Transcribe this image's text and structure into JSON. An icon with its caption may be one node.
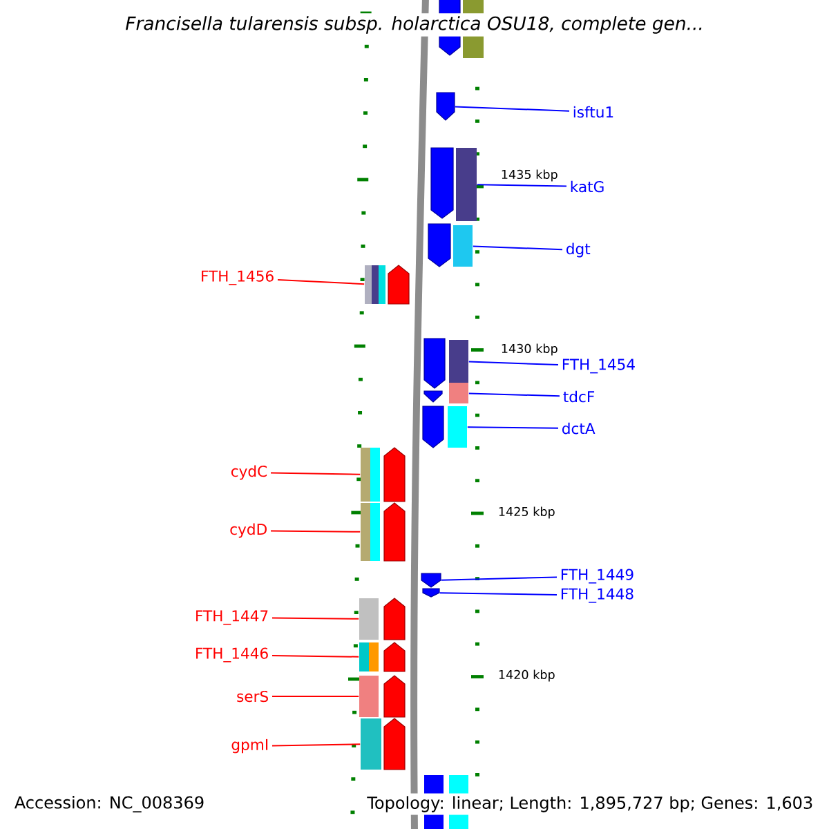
{
  "diagram": {
    "title": "Francisella tularensis subsp. holarctica OSU18, complete gen...",
    "nodes": [
      {
        "text": [
          "isftu1"
        ]
      },
      {
        "text": [],
        "shape": "arrow"
      },
      {
        "text": [
          "katG"
        ]
      },
      {
        "text": [],
        "shape": "bar"
      },
      {
        "text": [
          "dgt"
        ]
      },
      {
        "text": [],
        "shape": "bar"
      },
      {
        "text": [
          "FTH_1456"
        ]
      },
      {
        "text": [],
        "shape": "bar"
      },
      {
        "text": [
          "FTH_1454"
        ]
      },
      {
        "text": [],
        "shape": "bar"
      },
      {
        "text": [
          "tdcF"
        ]
      },
      {
        "text": [],
        "shape": "bar"
      },
      {
        "text": [
          "dctA"
        ]
      },
      {
        "text": [],
        "shape": "bar"
      },
      {
        "text": [
          "cydC"
        ]
      },
      {
        "text": [],
        "shape": "bar"
      },
      {
        "text": [
          "cydD"
        ]
      },
      {
        "text": [],
        "shape": "bar"
      },
      {
        "text": [
          "FTH_1449"
        ]
      },
      {
        "text": [],
        "shape": "arrow"
      },
      {
        "text": [
          "FTH_1448"
        ]
      },
      {
        "text": [],
        "shape": "arrow"
      },
      {
        "text": [
          "FTH_1447"
        ]
      },
      {
        "text": [],
        "shape": "bar"
      },
      {
        "text": [
          "FTH_1446"
        ]
      },
      {
        "text": [],
        "shape": "bar"
      },
      {
        "text": [
          "serS"
        ]
      },
      {
        "text": [],
        "shape": "bar"
      },
      {
        "text": [
          "gpmI"
        ]
      },
      {
        "text": [],
        "shape": "bar"
      }
    ],
    "edges": [
      {
        "from": 0,
        "to": 1,
        "arrow": "none"
      },
      {
        "from": 2,
        "to": 3,
        "arrow": "none"
      },
      {
        "from": 4,
        "to": 5,
        "arrow": "none"
      },
      {
        "from": 6,
        "to": 7,
        "arrow": "none",
        "color": "#ff0000"
      },
      {
        "from": 8,
        "to": 9,
        "arrow": "none"
      },
      {
        "from": 10,
        "to": 11,
        "arrow": "none"
      },
      {
        "from": 12,
        "to": 13,
        "arrow": "none"
      },
      {
        "from": 14,
        "to": 15,
        "arrow": "none",
        "color": "#ff0000"
      },
      {
        "from": 16,
        "to": 17,
        "arrow": "none",
        "color": "#ff0000"
      },
      {
        "from": 18,
        "to": 19,
        "arrow": "none"
      },
      {
        "from": 20,
        "to": 21,
        "arrow": "none"
      },
      {
        "from": 22,
        "to": 23,
        "arrow": "none",
        "color": "#ff0000"
      },
      {
        "from": 24,
        "to": 25,
        "arrow": "none",
        "color": "#ff0000"
      },
      {
        "from": 26,
        "to": 27,
        "arrow": "none",
        "color": "#ff0000"
      },
      {
        "from": 28,
        "to": 29,
        "arrow": "none",
        "color": "#ff0000"
      }
    ],
    "labels": [
      "1435 kbp",
      "1430 kbp",
      "1425 kbp",
      "1420 kbp",
      "Accession: NC_008369",
      "Topology: linear; Length: 1,895,727 bp; Genes: 1,603"
    ]
  }
}
